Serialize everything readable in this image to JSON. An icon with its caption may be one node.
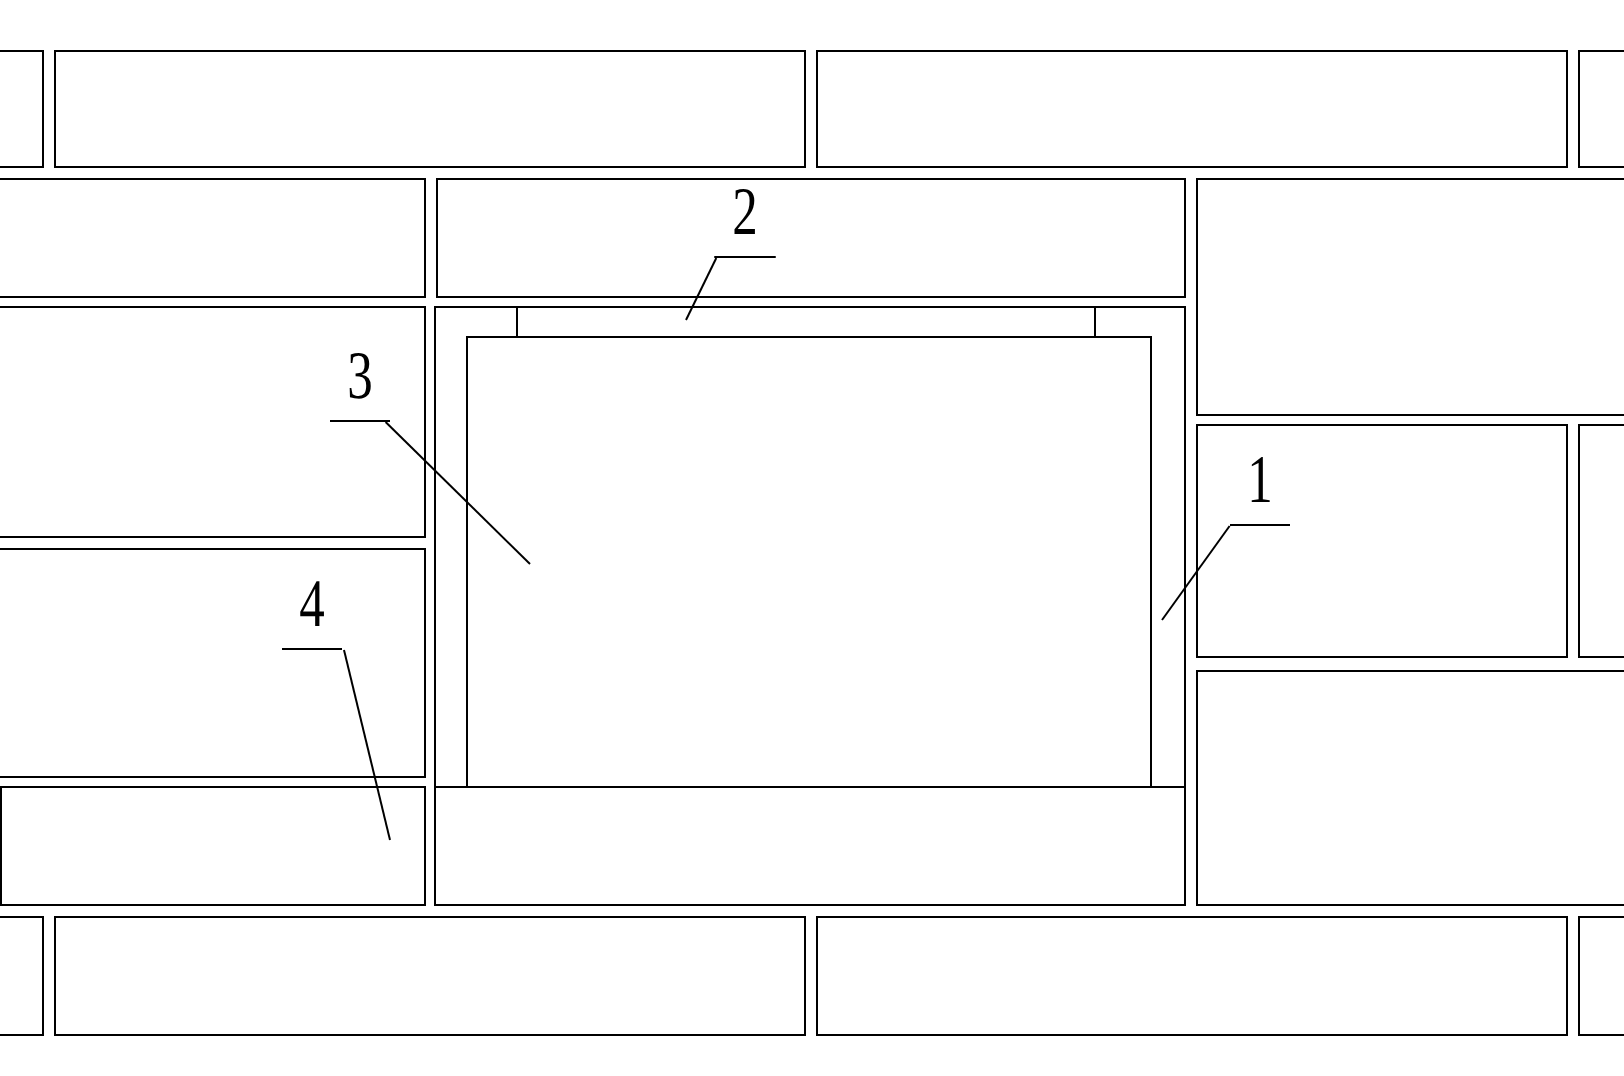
{
  "diagram": {
    "nodes": [
      {
        "text": [
          "1"
        ]
      },
      {
        "text": [
          "2"
        ]
      },
      {
        "text": [
          "3"
        ]
      },
      {
        "text": [
          "4"
        ]
      },
      {
        "text": [],
        "shape": "box"
      },
      {
        "text": [],
        "shape": "bar",
        "in": 4
      },
      {
        "text": [],
        "shape": "box",
        "in": 4
      },
      {
        "text": [],
        "shape": "box"
      }
    ],
    "edges": [
      {
        "from": 0,
        "to": 4,
        "arrow": "none"
      },
      {
        "from": 1,
        "to": 5,
        "arrow": "none"
      },
      {
        "from": 2,
        "to": 6,
        "arrow": "none"
      },
      {
        "from": 3,
        "to": 7,
        "arrow": "none"
      }
    ]
  }
}
